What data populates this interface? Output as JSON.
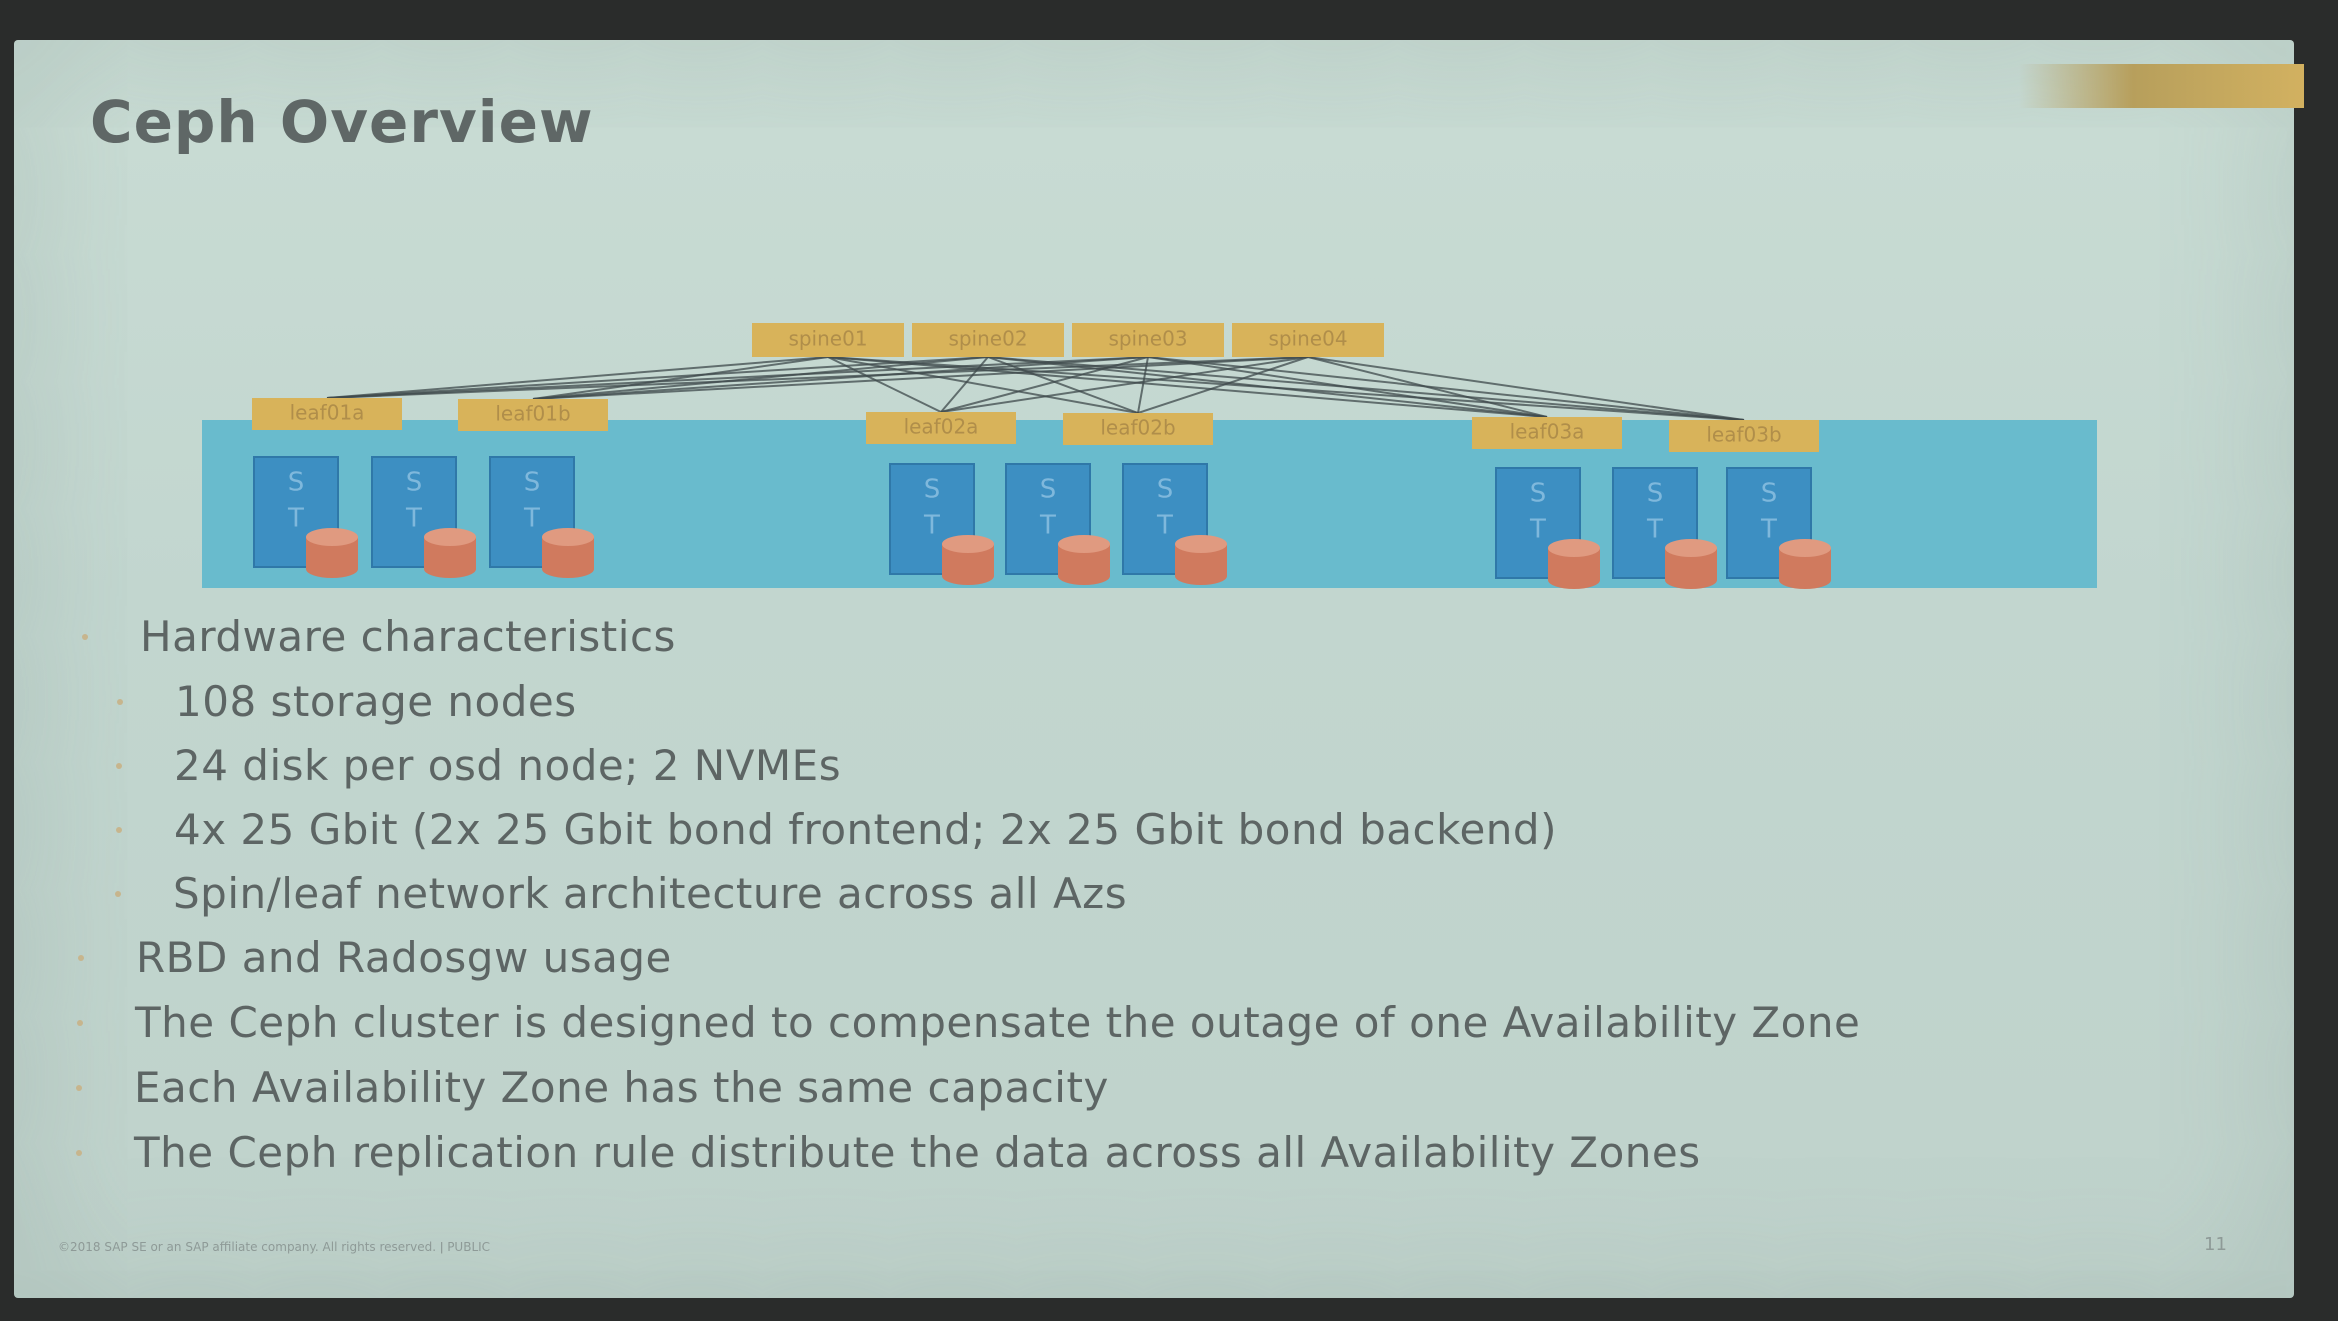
{
  "slide": {
    "title": "Ceph Overview",
    "footer": "©2018 SAP SE or an SAP affiliate company. All rights reserved. ǀ PUBLIC",
    "page_number": "11"
  },
  "diagram": {
    "spines": [
      "spine01",
      "spine02",
      "spine03",
      "spine04"
    ],
    "zones": [
      {
        "leaves": [
          "leaf01a",
          "leaf01b"
        ],
        "nodes": [
          {
            "letters": "S T"
          },
          {
            "letters": "S T"
          },
          {
            "letters": "S T"
          }
        ]
      },
      {
        "leaves": [
          "leaf02a",
          "leaf02b"
        ],
        "nodes": [
          {
            "letters": "S T"
          },
          {
            "letters": "S T"
          },
          {
            "letters": "S T"
          }
        ]
      },
      {
        "leaves": [
          "leaf03a",
          "leaf03b"
        ],
        "nodes": [
          {
            "letters": "S T"
          },
          {
            "letters": "S T"
          },
          {
            "letters": "S T"
          }
        ]
      }
    ],
    "colors": {
      "zone": "#5fb8cc",
      "switch": "#d8b35a",
      "node": "#3d8fc2",
      "disk": "#d07a5e",
      "link": "#3f4a4c"
    }
  },
  "bullets": [
    {
      "level": 1,
      "text": "Hardware characteristics"
    },
    {
      "level": 2,
      "text": "108 storage nodes"
    },
    {
      "level": 2,
      "text": "24 disk per osd node; 2 NVMEs"
    },
    {
      "level": 2,
      "text": "4x 25 Gbit (2x 25 Gbit bond frontend; 2x 25 Gbit bond backend)"
    },
    {
      "level": 2,
      "text": "Spin/leaf network architecture across all Azs"
    },
    {
      "level": 1,
      "text": "RBD and Radosgw usage"
    },
    {
      "level": 1,
      "text": "The Ceph cluster is designed to compensate the outage of one Availability Zone"
    },
    {
      "level": 1,
      "text": "Each Availability Zone has the same capacity"
    },
    {
      "level": 1,
      "text": "The Ceph replication rule distribute the data across all Availability Zones"
    }
  ]
}
